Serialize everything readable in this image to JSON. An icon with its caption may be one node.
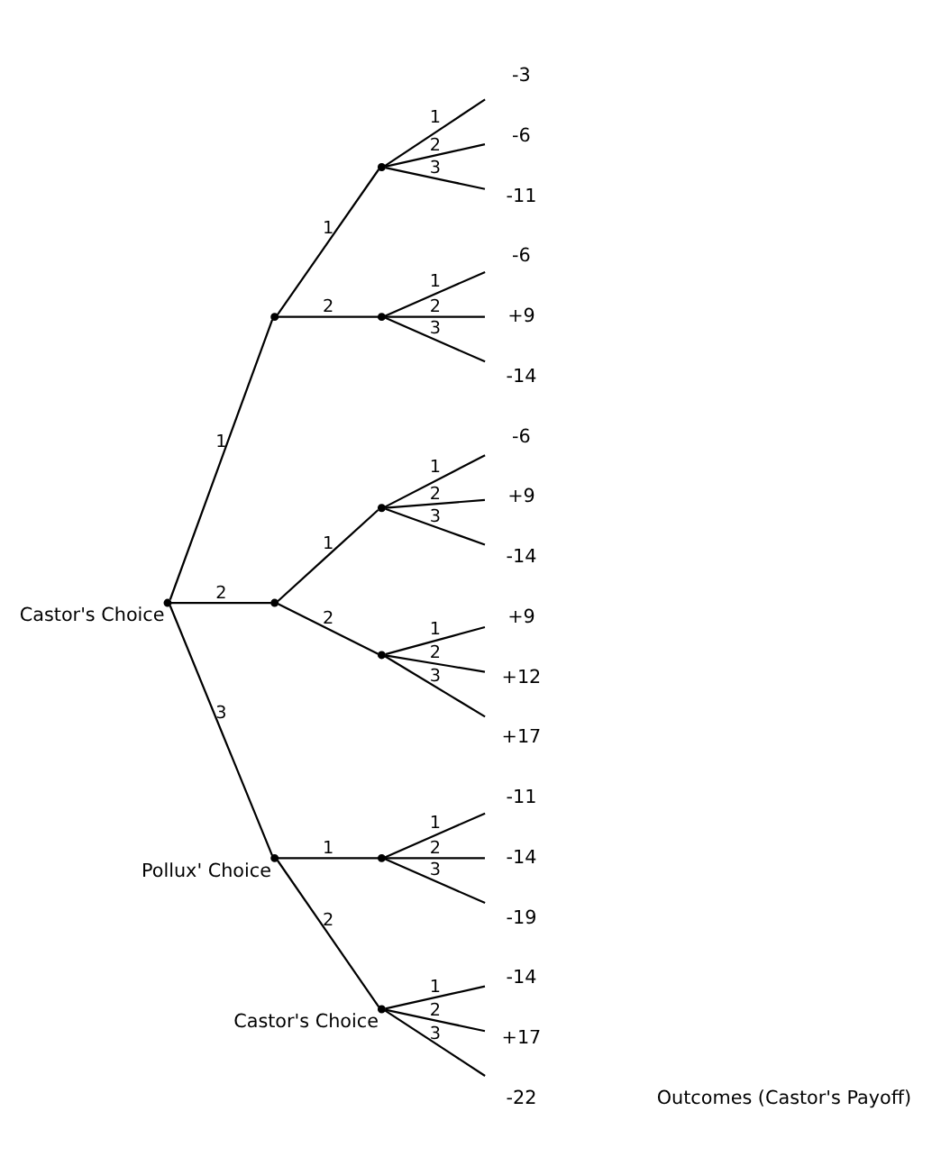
{
  "diagram": {
    "nodes": [
      {
        "text": [],
        "shape": "circle",
        "beside": [
          "Castor's Choice"
        ]
      },
      {
        "text": [],
        "shape": "circle"
      },
      {
        "text": [],
        "shape": "circle"
      },
      {
        "text": [],
        "shape": "circle",
        "beside": [
          "Pollux' Choice"
        ]
      },
      {
        "text": [],
        "shape": "circle"
      },
      {
        "text": [],
        "shape": "circle"
      },
      {
        "text": [],
        "shape": "circle"
      },
      {
        "text": [],
        "shape": "circle"
      },
      {
        "text": [],
        "shape": "circle"
      },
      {
        "text": [],
        "shape": "circle",
        "beside": [
          "Castor's Choice"
        ]
      },
      {
        "text": [
          "-3"
        ]
      },
      {
        "text": [
          "-6"
        ]
      },
      {
        "text": [
          "-11"
        ]
      },
      {
        "text": [
          "-6"
        ]
      },
      {
        "text": [
          "+9"
        ]
      },
      {
        "text": [
          "-14"
        ]
      },
      {
        "text": [
          "-6"
        ]
      },
      {
        "text": [
          "+9"
        ]
      },
      {
        "text": [
          "-14"
        ]
      },
      {
        "text": [
          "+9"
        ]
      },
      {
        "text": [
          "+12"
        ]
      },
      {
        "text": [
          "+17"
        ]
      },
      {
        "text": [
          "-11"
        ]
      },
      {
        "text": [
          "-14"
        ]
      },
      {
        "text": [
          "-19"
        ]
      },
      {
        "text": [
          "-14"
        ]
      },
      {
        "text": [
          "+17"
        ]
      },
      {
        "text": [
          "-22"
        ]
      }
    ],
    "edges": [
      {
        "from": 0,
        "to": 1,
        "arrow": "none",
        "label": "1"
      },
      {
        "from": 0,
        "to": 2,
        "arrow": "none",
        "label": "2"
      },
      {
        "from": 0,
        "to": 3,
        "arrow": "none",
        "label": "3"
      },
      {
        "from": 1,
        "to": 4,
        "arrow": "none",
        "label": "1"
      },
      {
        "from": 1,
        "to": 5,
        "arrow": "none",
        "label": "2"
      },
      {
        "from": 2,
        "to": 6,
        "arrow": "none",
        "label": "1"
      },
      {
        "from": 2,
        "to": 7,
        "arrow": "none",
        "label": "2"
      },
      {
        "from": 3,
        "to": 8,
        "arrow": "none",
        "label": "1"
      },
      {
        "from": 3,
        "to": 9,
        "arrow": "none",
        "label": "2"
      },
      {
        "from": 4,
        "to": 10,
        "arrow": "none",
        "label": "1"
      },
      {
        "from": 4,
        "to": 11,
        "arrow": "none",
        "label": "2"
      },
      {
        "from": 4,
        "to": 12,
        "arrow": "none",
        "label": "3"
      },
      {
        "from": 5,
        "to": 13,
        "arrow": "none",
        "label": "1"
      },
      {
        "from": 5,
        "to": 14,
        "arrow": "none",
        "label": "2"
      },
      {
        "from": 5,
        "to": 15,
        "arrow": "none",
        "label": "3"
      },
      {
        "from": 6,
        "to": 16,
        "arrow": "none",
        "label": "1"
      },
      {
        "from": 6,
        "to": 17,
        "arrow": "none",
        "label": "2"
      },
      {
        "from": 6,
        "to": 18,
        "arrow": "none",
        "label": "3"
      },
      {
        "from": 7,
        "to": 19,
        "arrow": "none",
        "label": "1"
      },
      {
        "from": 7,
        "to": 20,
        "arrow": "none",
        "label": "2"
      },
      {
        "from": 7,
        "to": 21,
        "arrow": "none",
        "label": "3"
      },
      {
        "from": 8,
        "to": 22,
        "arrow": "none",
        "label": "1"
      },
      {
        "from": 8,
        "to": 23,
        "arrow": "none",
        "label": "2"
      },
      {
        "from": 8,
        "to": 24,
        "arrow": "none",
        "label": "3"
      },
      {
        "from": 9,
        "to": 25,
        "arrow": "none",
        "label": "1"
      },
      {
        "from": 9,
        "to": 26,
        "arrow": "none",
        "label": "2"
      },
      {
        "from": 9,
        "to": 27,
        "arrow": "none",
        "label": "3"
      }
    ],
    "labels": [
      "Outcomes (Castor's Payoff)"
    ]
  }
}
